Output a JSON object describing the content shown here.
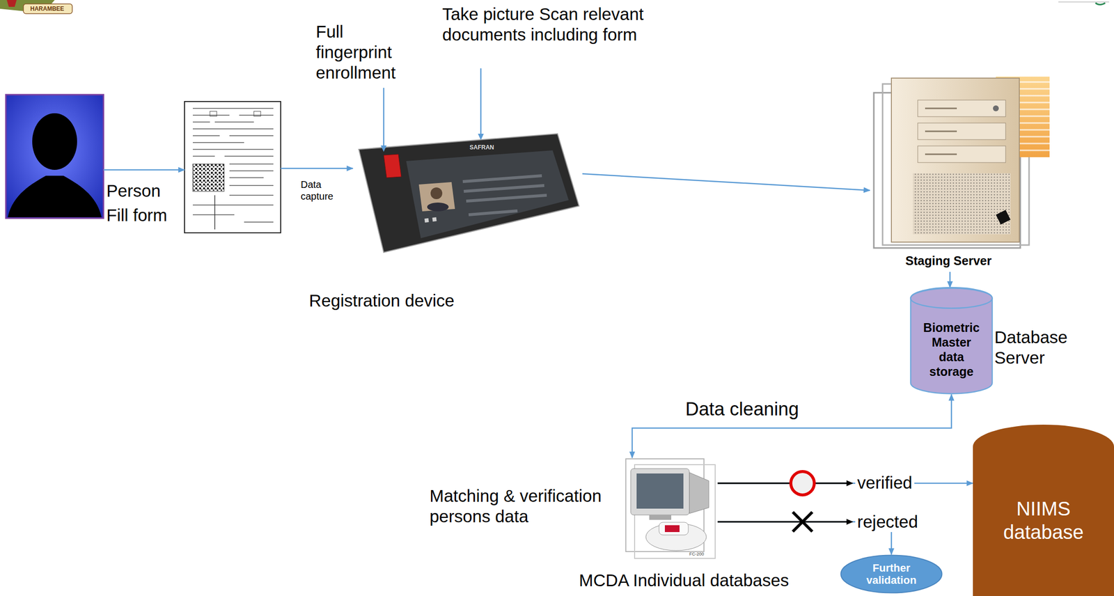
{
  "diagram": {
    "nodes": [
      {
        "text": [
          "Person"
        ]
      },
      {
        "text": [
          "Fill form"
        ]
      },
      {
        "text": [
          "Registration device"
        ]
      },
      {
        "text": [
          "Staging Server"
        ]
      },
      {
        "text": [
          "Biometric Master data storage",
          "Database Server"
        ]
      },
      {
        "text": [
          "Matching & verification persons data",
          "MCDA Individual databases"
        ]
      },
      {
        "text": [
          "NIIMS database"
        ]
      },
      {
        "text": [
          "Further validation"
        ]
      }
    ],
    "edges": [
      {
        "from": 0,
        "to": 1,
        "arrow": "to"
      },
      {
        "from": 1,
        "to": 2,
        "label": "Data capture",
        "arrow": "to"
      },
      {
        "from": 2,
        "to": 3,
        "arrow": "to"
      },
      {
        "from": 3,
        "to": 4,
        "arrow": "to"
      },
      {
        "from": 4,
        "to": 5,
        "label": "Data cleaning",
        "arrow": "both"
      },
      {
        "from": 5,
        "to": 6,
        "label": "verified",
        "arrow": "to"
      },
      {
        "from": 5,
        "to": 7,
        "label": "rejected",
        "arrow": "to"
      }
    ],
    "labels": [
      "HARAMBEE",
      "Full fingerprint enrollment",
      "Take picture Scan relevant documents including form",
      "SAFRAN",
      "FC-200"
    ]
  }
}
